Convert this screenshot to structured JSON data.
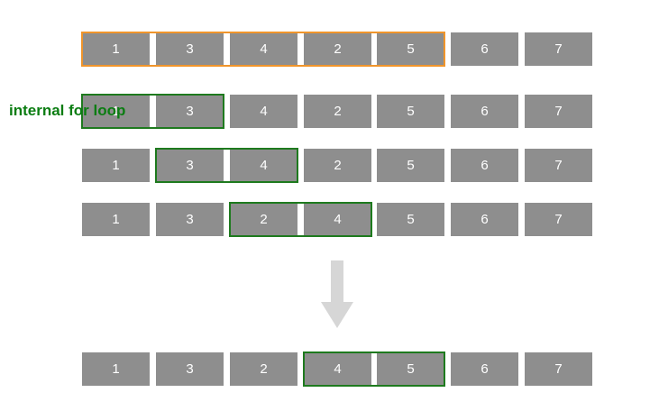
{
  "rows": [
    {
      "cells": [
        "1",
        "3",
        "4",
        "2",
        "5",
        "6",
        "7"
      ],
      "highlight": {
        "from": 0,
        "to": 4,
        "color": "orange"
      }
    },
    {
      "cells": [
        "1",
        "3",
        "4",
        "2",
        "5",
        "6",
        "7"
      ],
      "highlight": {
        "from": 0,
        "to": 1,
        "color": "green"
      }
    },
    {
      "cells": [
        "1",
        "3",
        "4",
        "2",
        "5",
        "6",
        "7"
      ],
      "highlight": {
        "from": 1,
        "to": 2,
        "color": "green"
      }
    },
    {
      "cells": [
        "1",
        "3",
        "2",
        "4",
        "5",
        "6",
        "7"
      ],
      "highlight": {
        "from": 2,
        "to": 3,
        "color": "green"
      }
    },
    {
      "cells": [
        "1",
        "3",
        "2",
        "4",
        "5",
        "6",
        "7"
      ],
      "highlight": {
        "from": 3,
        "to": 4,
        "color": "green"
      }
    }
  ],
  "annotation": {
    "text": "internal for loop",
    "color": "#0b7d12"
  },
  "colors": {
    "cell": "#8e8e8e",
    "green": "#1e7a1e",
    "orange": "#f0952b",
    "arrow": "#d6d6d6"
  },
  "icons": {
    "arrow": "down-arrow-icon"
  }
}
